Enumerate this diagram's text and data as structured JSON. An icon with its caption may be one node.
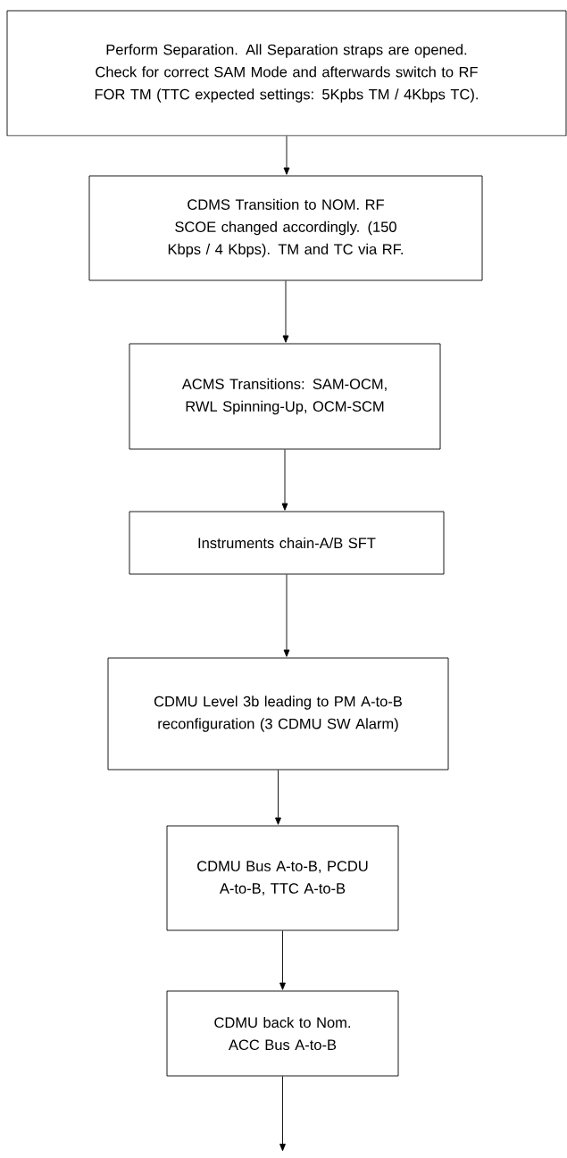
{
  "diagram": {
    "nodes": [
      {
        "text": [
          "Perform Separation. All Separation straps are opened. Check for correct SAM Mode and afterwards switch to RF FOR TM (TTC expected settings: 5Kpbs TM / 4Kbps TC)."
        ]
      },
      {
        "text": [
          "CDMS Transition to NOM. RF SCOE changed accordingly. (150 Kbps / 4 Kbps). TM and TC via RF."
        ]
      },
      {
        "text": [
          "ACMS Transitions: SAM-OCM, RWL Spinning-Up, OCM-SCM"
        ]
      },
      {
        "text": [
          "Instruments chain-A/B SFT"
        ]
      },
      {
        "text": [
          "CDMU Level 3b leading to PM A-to-B reconfiguration (3 CDMU SW Alarm)"
        ]
      },
      {
        "text": [
          "CDMU Bus A-to-B, PCDU A-to-B, TTC A-to-B"
        ]
      },
      {
        "text": [
          "CDMU back to Nom. ACC Bus A-to-B"
        ]
      }
    ],
    "edges": [
      {
        "from": 0,
        "to": 1,
        "arrow": "to"
      },
      {
        "from": 1,
        "to": 2,
        "arrow": "to"
      },
      {
        "from": 2,
        "to": 3,
        "arrow": "to"
      },
      {
        "from": 3,
        "to": 4,
        "arrow": "to"
      },
      {
        "from": 4,
        "to": 5,
        "arrow": "to"
      },
      {
        "from": 5,
        "to": 6,
        "arrow": "to"
      },
      {
        "from": 6,
        "to": null,
        "arrow": "to"
      }
    ]
  }
}
